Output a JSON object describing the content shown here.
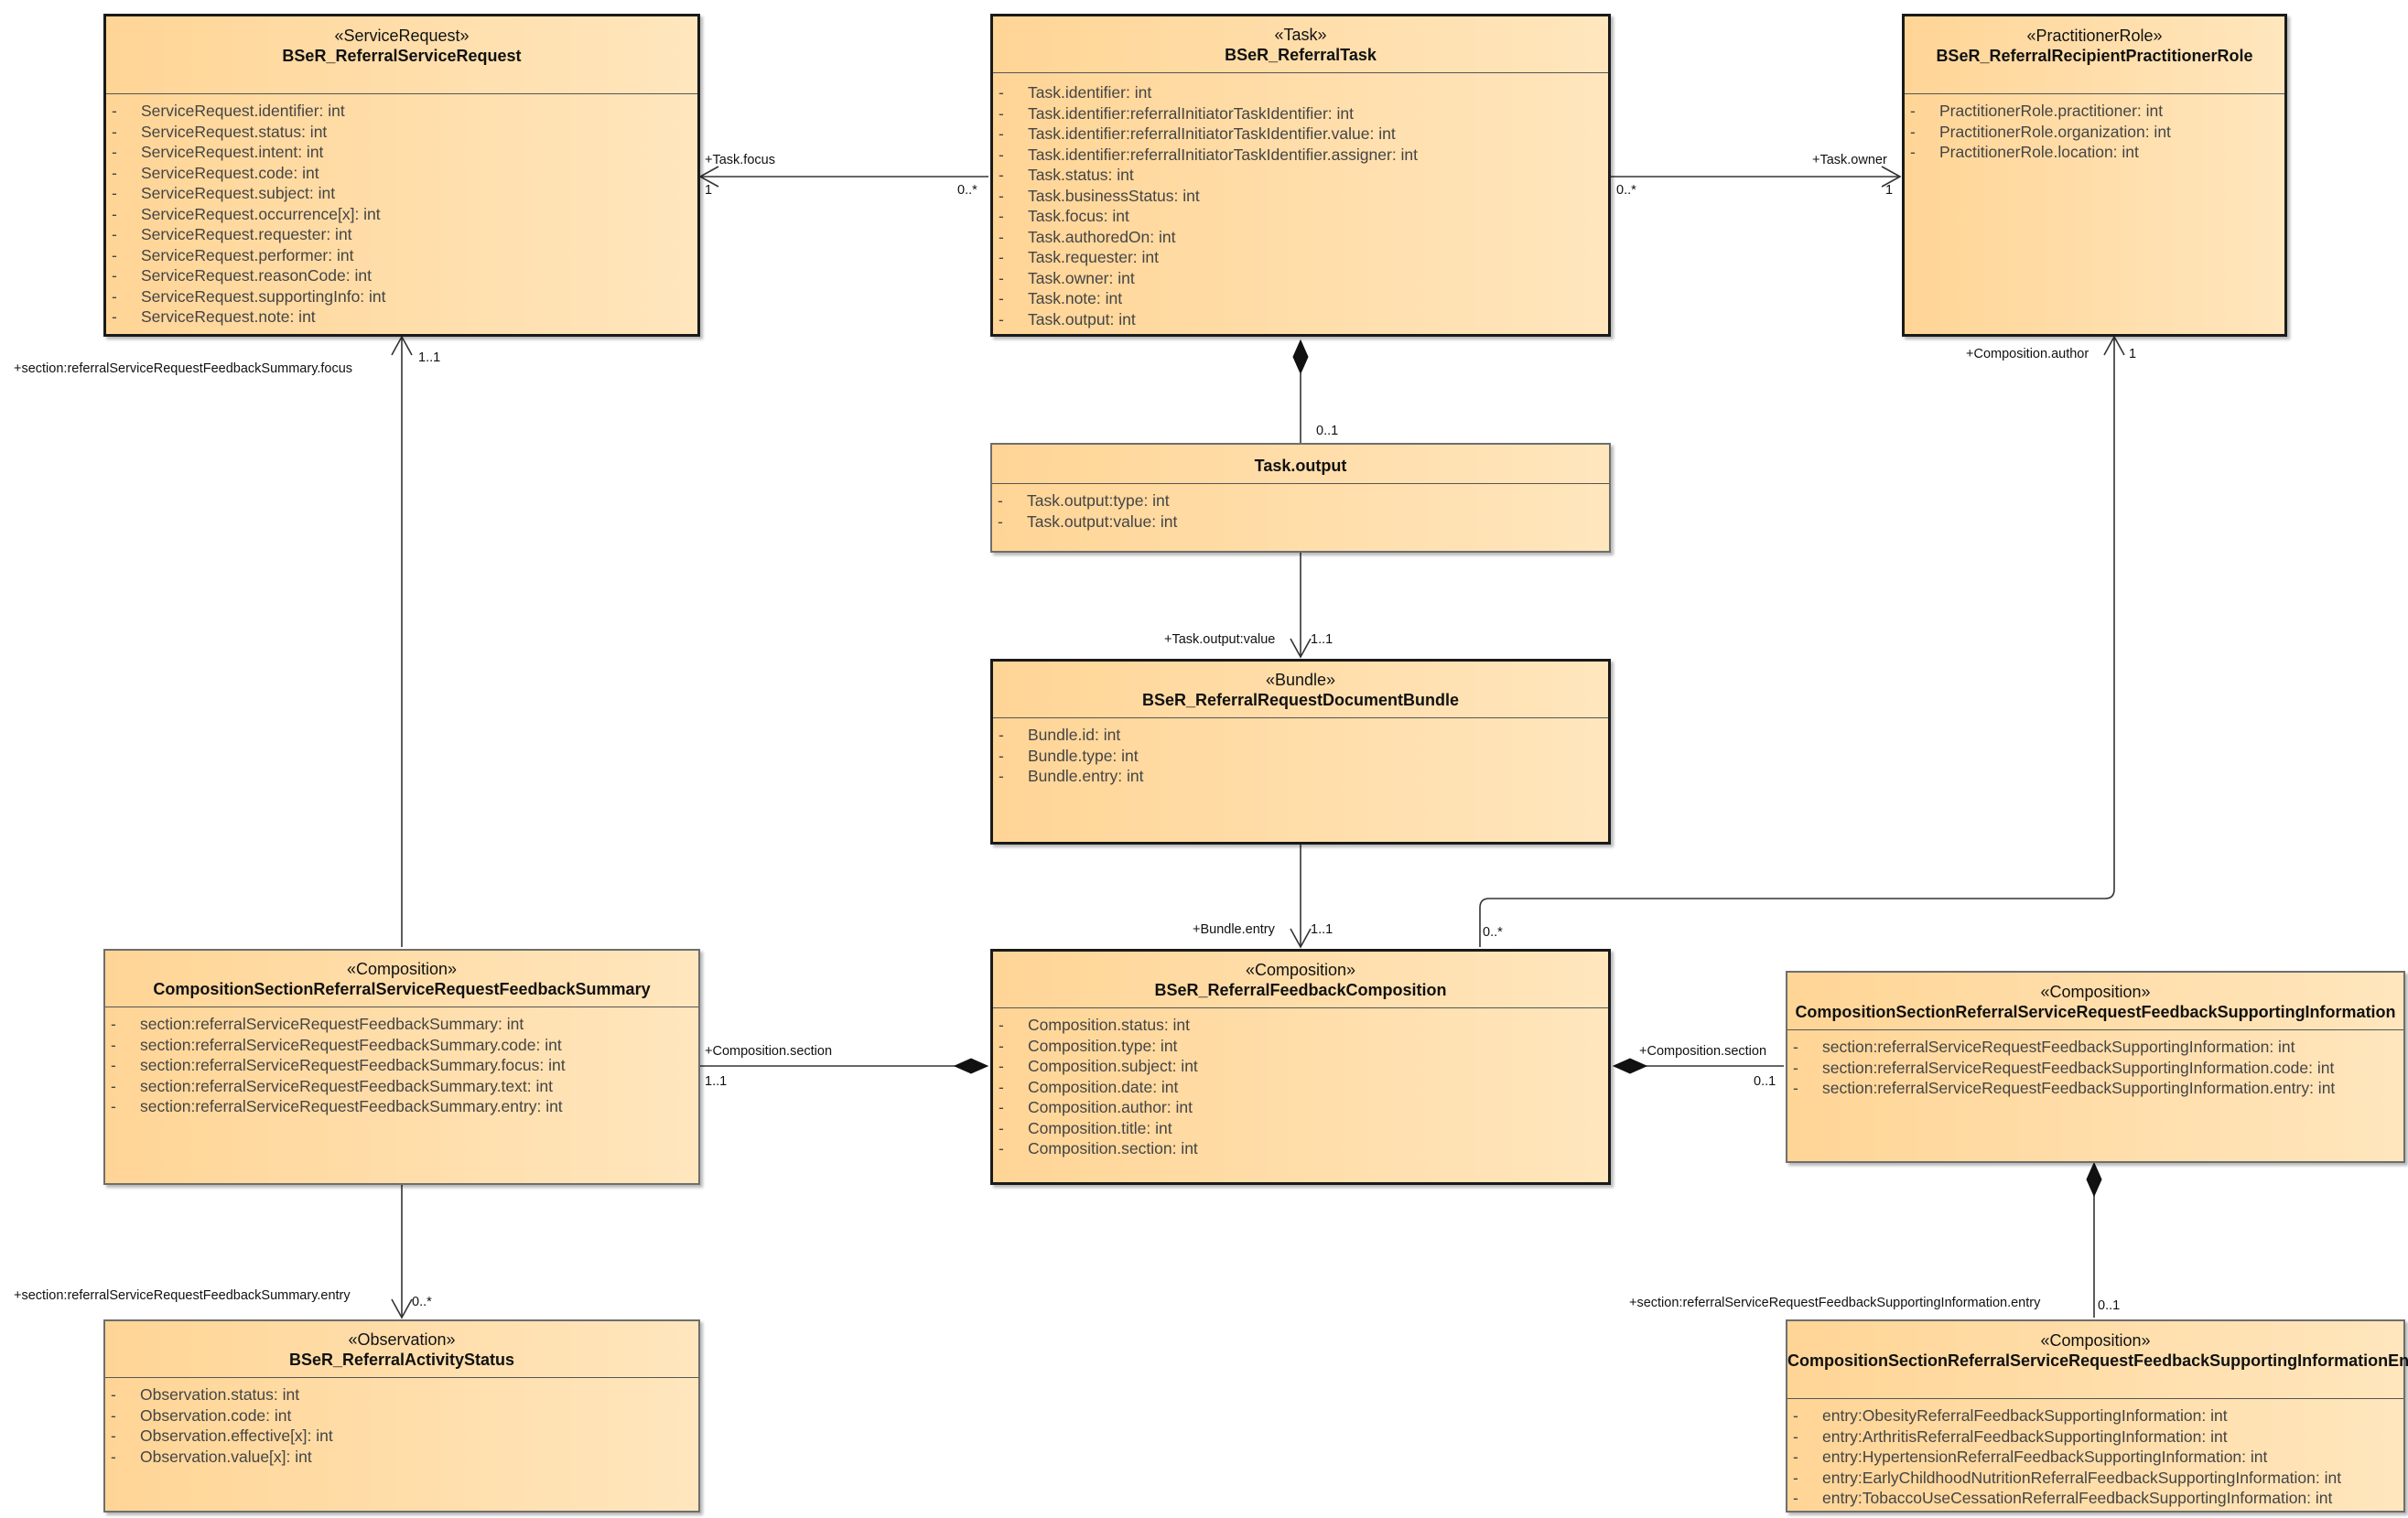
{
  "classes": {
    "service_request": {
      "stereotype": "«ServiceRequest»",
      "name": "BSeR_ReferralServiceRequest",
      "attributes": [
        "ServiceRequest.identifier: int",
        "ServiceRequest.status: int",
        "ServiceRequest.intent: int",
        "ServiceRequest.code: int",
        "ServiceRequest.subject: int",
        "ServiceRequest.occurrence[x]: int",
        "ServiceRequest.requester: int",
        "ServiceRequest.performer: int",
        "ServiceRequest.reasonCode: int",
        "ServiceRequest.supportingInfo: int",
        "ServiceRequest.note: int"
      ]
    },
    "task": {
      "stereotype": "«Task»",
      "name": "BSeR_ReferralTask",
      "attributes": [
        "Task.identifier: int",
        "Task.identifier:referralInitiatorTaskIdentifier: int",
        "Task.identifier:referralInitiatorTaskIdentifier.value: int",
        "Task.identifier:referralInitiatorTaskIdentifier.assigner: int",
        "Task.status: int",
        "Task.businessStatus: int",
        "Task.focus: int",
        "Task.authoredOn: int",
        "Task.requester: int",
        "Task.owner: int",
        "Task.note: int",
        "Task.output: int"
      ]
    },
    "practitioner_role": {
      "stereotype": "«PractitionerRole»",
      "name": "BSeR_ReferralRecipientPractitionerRole",
      "attributes": [
        "PractitionerRole.practitioner: int",
        "PractitionerRole.organization: int",
        "PractitionerRole.location: int"
      ]
    },
    "task_output": {
      "stereotype": "",
      "name": "Task.output",
      "attributes": [
        "Task.output:type: int",
        "Task.output:value: int"
      ]
    },
    "bundle": {
      "stereotype": "«Bundle»",
      "name": "BSeR_ReferralRequestDocumentBundle",
      "attributes": [
        "Bundle.id: int",
        "Bundle.type: int",
        "Bundle.entry: int"
      ]
    },
    "feedback_summary": {
      "stereotype": "«Composition»",
      "name": "CompositionSectionReferralServiceRequestFeedbackSummary",
      "attributes": [
        "section:referralServiceRequestFeedbackSummary: int",
        "section:referralServiceRequestFeedbackSummary.code: int",
        "section:referralServiceRequestFeedbackSummary.focus: int",
        "section:referralServiceRequestFeedbackSummary.text: int",
        "section:referralServiceRequestFeedbackSummary.entry: int"
      ]
    },
    "feedback_composition": {
      "stereotype": "«Composition»",
      "name": "BSeR_ReferralFeedbackComposition",
      "attributes": [
        "Composition.status: int",
        "Composition.type: int",
        "Composition.subject: int",
        "Composition.date: int",
        "Composition.author: int",
        "Composition.title: int",
        "Composition.section: int"
      ]
    },
    "supporting_info": {
      "stereotype": "«Composition»",
      "name": "CompositionSectionReferralServiceRequestFeedbackSupportingInformation",
      "attributes": [
        "section:referralServiceRequestFeedbackSupportingInformation: int",
        "section:referralServiceRequestFeedbackSupportingInformation.code: int",
        "section:referralServiceRequestFeedbackSupportingInformation.entry: int"
      ]
    },
    "activity_status": {
      "stereotype": "«Observation»",
      "name": "BSeR_ReferralActivityStatus",
      "attributes": [
        "Observation.status: int",
        "Observation.code: int",
        "Observation.effective[x]: int",
        "Observation.value[x]: int"
      ]
    },
    "supporting_info_entry": {
      "stereotype": "«Composition»",
      "name": "CompositionSectionReferralServiceRequestFeedbackSupportingInformationEntry",
      "attributes": [
        "entry:ObesityReferralFeedbackSupportingInformation: int",
        "entry:ArthritisReferralFeedbackSupportingInformation: int",
        "entry:HypertensionReferralFeedbackSupportingInformation: int",
        "entry:EarlyChildhoodNutritionReferralFeedbackSupportingInformation: int",
        "entry:TobaccoUseCessationReferralFeedbackSupportingInformation: int"
      ]
    }
  },
  "associations": {
    "task_focus": {
      "role": "+Task.focus",
      "target_mult": "1",
      "source_mult": "0..*"
    },
    "task_owner": {
      "role": "+Task.owner",
      "source_mult": "0..*",
      "target_mult": "1"
    },
    "task_output": {
      "mult": "0..1"
    },
    "task_output_value": {
      "role": "+Task.output:value",
      "mult": "1..1"
    },
    "bundle_entry": {
      "role": "+Bundle.entry",
      "mult": "1..1"
    },
    "composition_author": {
      "role": "+Composition.author",
      "target_mult": "1",
      "source_mult": "0..*"
    },
    "summary_focus": {
      "role": "+section:referralServiceRequestFeedbackSummary.focus",
      "mult": "1..1"
    },
    "summary_section": {
      "role": "+Composition.section",
      "mult": "1..1"
    },
    "supporting_section": {
      "role": "+Composition.section",
      "mult": "0..1"
    },
    "summary_entry": {
      "role": "+section:referralServiceRequestFeedbackSummary.entry",
      "mult": "0..*"
    },
    "supporting_entry": {
      "role": "+section:referralServiceRequestFeedbackSupportingInformation.entry",
      "mult": "0..1"
    }
  }
}
